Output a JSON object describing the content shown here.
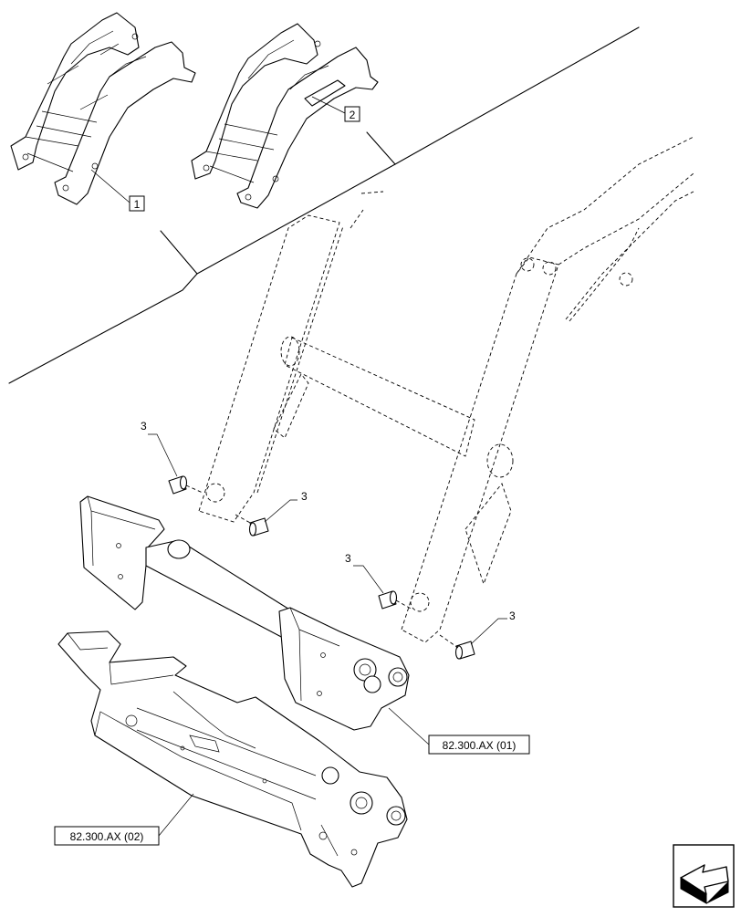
{
  "callouts": {
    "ref_1": "1",
    "ref_2": "2",
    "ref_3a": "3",
    "ref_3b": "3",
    "ref_3c": "3",
    "ref_3d": "3",
    "ref_lower_bracket": "82.300.AX (01)",
    "ref_mount_frame": "82.300.AX (02)"
  },
  "icons": {
    "nav": "arrow-navigation-icon"
  }
}
